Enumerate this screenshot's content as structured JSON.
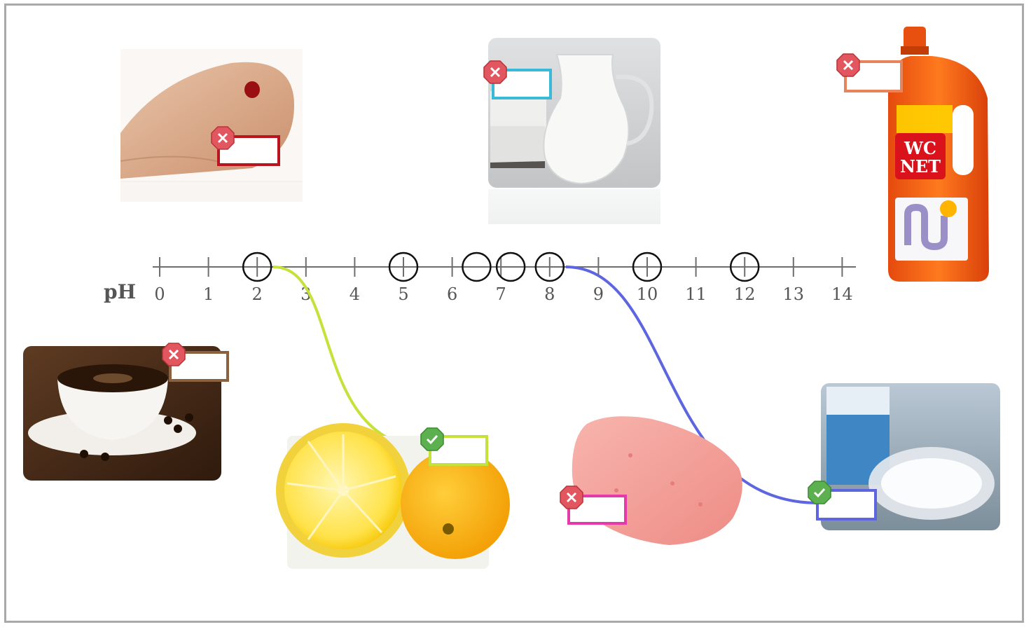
{
  "scale": {
    "axis_label": "pH",
    "ticks": [
      "0",
      "1",
      "2",
      "3",
      "4",
      "5",
      "6",
      "7",
      "8",
      "9",
      "10",
      "11",
      "12",
      "13",
      "14"
    ],
    "markers": [
      2,
      5,
      6.5,
      7.2,
      8,
      10,
      12
    ]
  },
  "items": [
    {
      "id": "blood",
      "icon": "finger-blood-drop",
      "status": "incorrect",
      "color": "#b8151c",
      "value": "",
      "connected_to": null
    },
    {
      "id": "milk",
      "icon": "milk-jug",
      "status": "incorrect",
      "color": "#3ab9d8",
      "value": "",
      "connected_to": null
    },
    {
      "id": "drain-cleaner",
      "icon": "wc-net-bottle",
      "status": "incorrect",
      "color": "#e8845a",
      "value": "",
      "connected_to": null
    },
    {
      "id": "coffee",
      "icon": "coffee-cup",
      "status": "incorrect",
      "color": "#8a6240",
      "value": "",
      "connected_to": null
    },
    {
      "id": "lemon",
      "icon": "lemon",
      "status": "correct",
      "color": "#c4e23a",
      "value": "",
      "connected_to": 2
    },
    {
      "id": "soap",
      "icon": "soap-bar",
      "status": "incorrect",
      "color": "#e53aa8",
      "value": "",
      "connected_to": null
    },
    {
      "id": "baking-soda",
      "icon": "baking-soda-bowl",
      "status": "correct",
      "color": "#5d66e0",
      "value": "",
      "connected_to": 8
    }
  ],
  "product_label": {
    "line1": "WC",
    "line2": "NET"
  }
}
